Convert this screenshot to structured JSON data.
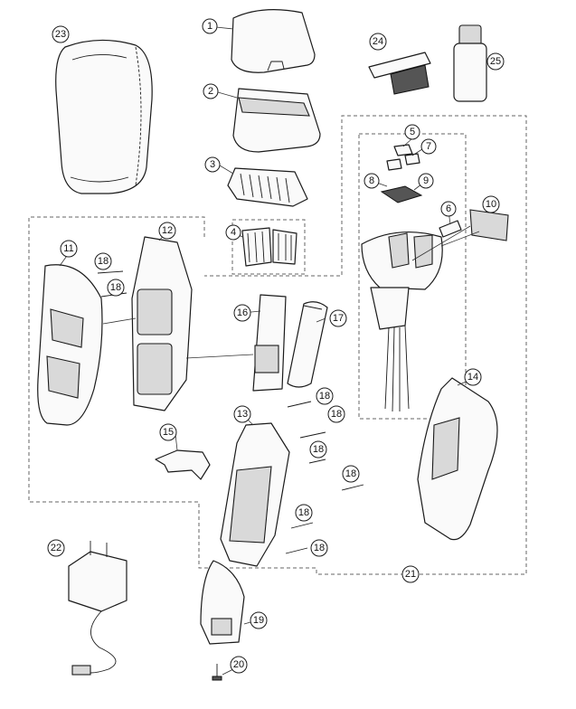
{
  "diagram": {
    "callouts": [
      {
        "id": "c1",
        "label": "1"
      },
      {
        "id": "c2",
        "label": "2"
      },
      {
        "id": "c3",
        "label": "3"
      },
      {
        "id": "c4",
        "label": "4"
      },
      {
        "id": "c5",
        "label": "5"
      },
      {
        "id": "c6",
        "label": "6"
      },
      {
        "id": "c7",
        "label": "7"
      },
      {
        "id": "c8",
        "label": "8"
      },
      {
        "id": "c9",
        "label": "9"
      },
      {
        "id": "c10",
        "label": "10"
      },
      {
        "id": "c11",
        "label": "11"
      },
      {
        "id": "c12",
        "label": "12"
      },
      {
        "id": "c13",
        "label": "13"
      },
      {
        "id": "c14",
        "label": "14"
      },
      {
        "id": "c15",
        "label": "15"
      },
      {
        "id": "c16",
        "label": "16"
      },
      {
        "id": "c17",
        "label": "17"
      },
      {
        "id": "c18a",
        "label": "18"
      },
      {
        "id": "c18b",
        "label": "18"
      },
      {
        "id": "c18c",
        "label": "18"
      },
      {
        "id": "c18d",
        "label": "18"
      },
      {
        "id": "c18e",
        "label": "18"
      },
      {
        "id": "c18f",
        "label": "18"
      },
      {
        "id": "c18g",
        "label": "18"
      },
      {
        "id": "c18h",
        "label": "18"
      },
      {
        "id": "c19",
        "label": "19"
      },
      {
        "id": "c20",
        "label": "20"
      },
      {
        "id": "c21",
        "label": "21"
      },
      {
        "id": "c22",
        "label": "22"
      },
      {
        "id": "c23",
        "label": "23"
      },
      {
        "id": "c24",
        "label": "24"
      },
      {
        "id": "c25",
        "label": "25"
      }
    ]
  }
}
